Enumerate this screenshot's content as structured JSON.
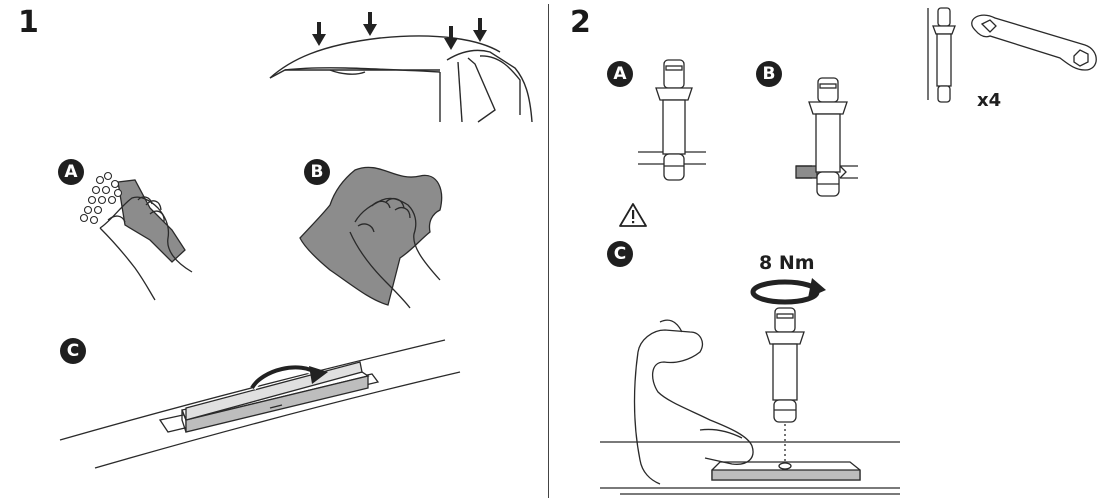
{
  "step1": {
    "number": "1",
    "badge_a": "A",
    "badge_b": "B",
    "badge_c": "C"
  },
  "step2": {
    "number": "2",
    "badge_a": "A",
    "badge_b": "B",
    "badge_c": "C",
    "quantity": "x4",
    "torque": "8 Nm"
  },
  "colors": {
    "line": "#2a2a2a",
    "fill_gray": "#8c8c8c",
    "light_gray": "#bdbdbd",
    "badge": "#1f1f1f"
  },
  "icons": [
    "down-arrow-icon",
    "warning-triangle-icon",
    "rotate-arrow-icon",
    "wrench-icon",
    "bolt-icon"
  ]
}
